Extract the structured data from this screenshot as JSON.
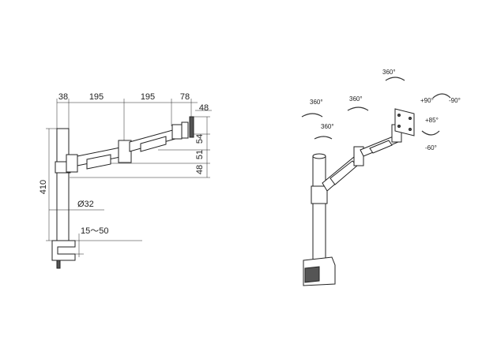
{
  "technical_drawing": {
    "dim_38": "38",
    "dim_195_a": "195",
    "dim_195_b": "195",
    "dim_78": "78",
    "dim_48_top": "48",
    "dim_54": "54",
    "dim_51": "51",
    "dim_48_side": "48",
    "dim_410": "410",
    "dim_pole_diameter": "Ø32",
    "dim_clamp_range": "15～50"
  },
  "perspective_view": {
    "rot_360_left": "360°",
    "rot_360_pole": "360°",
    "rot_360_mid": "360°",
    "rot_360_head": "360°",
    "tilt_plus_90": "+90°",
    "tilt_minus_90": "-90°",
    "tilt_plus_85": "+85°",
    "tilt_minus_60": "-60°"
  }
}
